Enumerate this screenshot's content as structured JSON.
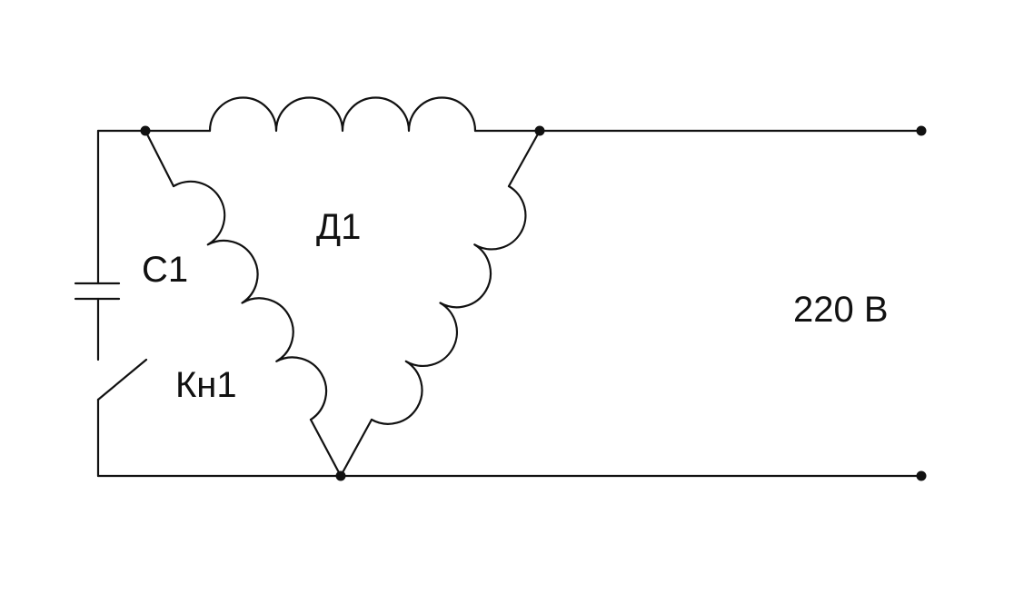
{
  "labels": {
    "motor": "Д1",
    "capacitor": "С1",
    "button": "Кн1",
    "voltage": "220 В"
  },
  "colors": {
    "line": "#111111",
    "background": "#ffffff"
  }
}
